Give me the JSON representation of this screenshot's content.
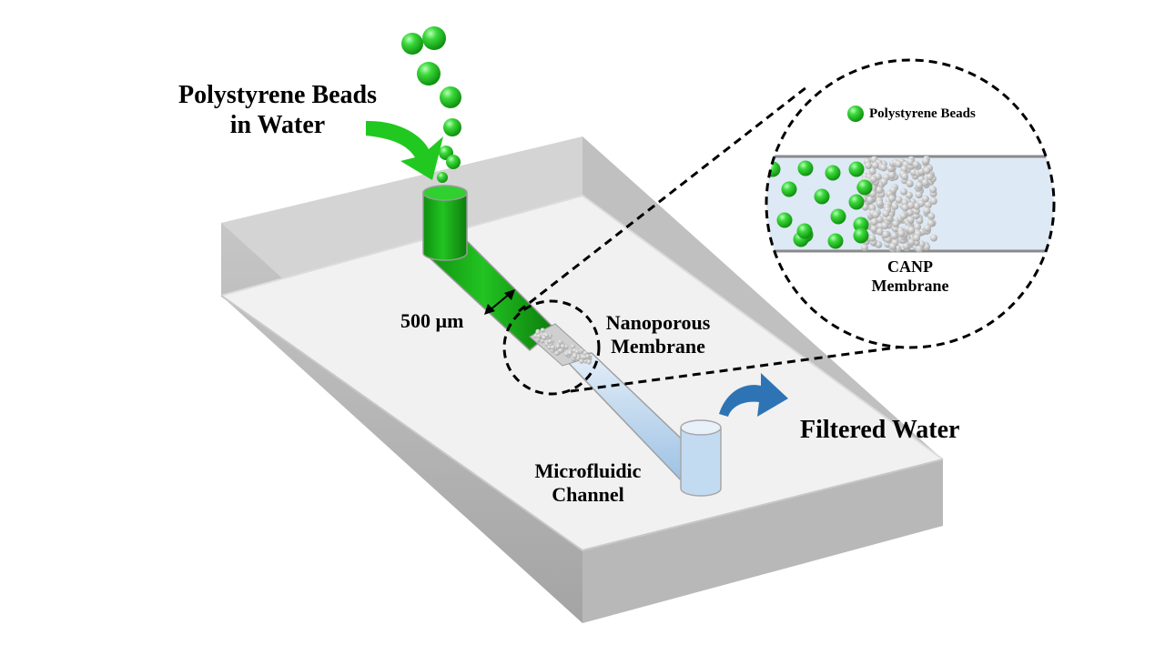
{
  "labels": {
    "feed_line1": "Polystyrene Beads",
    "feed_line2": "in Water",
    "width": "500 µm",
    "membrane_line1": "Nanoporous",
    "membrane_line2": "Membrane",
    "output": "Filtered Water",
    "channel_line1": "Microfluidic",
    "channel_line2": "Channel",
    "legend": "Polystyrene Beads",
    "inset_line1": "CANP",
    "inset_line2": "Membrane"
  },
  "colors": {
    "bead_green": "#22c322",
    "filtered_water": "#b6d3ee",
    "arrow_green": "#20c820",
    "arrow_blue": "#2e74b5",
    "chip_top": "#f0f0f0",
    "chip_side": "#b2b2b2"
  },
  "icons": [
    "curved-arrow-green-icon",
    "curved-arrow-blue-icon",
    "double-arrow-icon"
  ]
}
